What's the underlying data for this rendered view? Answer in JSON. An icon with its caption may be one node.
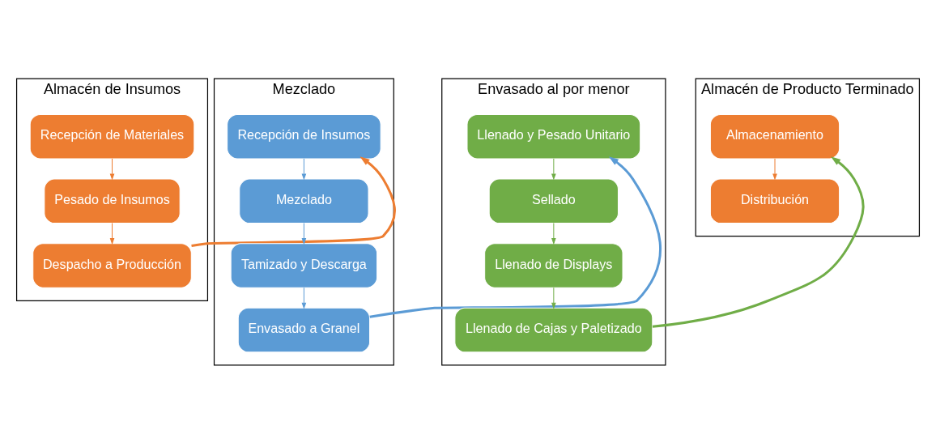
{
  "diagram": {
    "nodes": [
      {
        "text": [
          "Almacén de Insumos"
        ]
      },
      {
        "text": [
          "Recepción de Materiales"
        ],
        "in": 0
      },
      {
        "text": [
          "Pesado de Insumos"
        ],
        "in": 0
      },
      {
        "text": [
          "Despacho a Producción"
        ],
        "in": 0
      },
      {
        "text": [
          "Mezclado"
        ]
      },
      {
        "text": [
          "Recepción de Insumos"
        ],
        "in": 4
      },
      {
        "text": [
          "Mezclado"
        ],
        "in": 4
      },
      {
        "text": [
          "Tamizado y Descarga"
        ],
        "in": 4
      },
      {
        "text": [
          "Envasado a Granel"
        ],
        "in": 4
      },
      {
        "text": [
          "Envasado al por menor"
        ]
      },
      {
        "text": [
          "Llenado y Pesado Unitario"
        ],
        "in": 9
      },
      {
        "text": [
          "Sellado"
        ],
        "in": 9
      },
      {
        "text": [
          "Llenado de Displays"
        ],
        "in": 9
      },
      {
        "text": [
          "Llenado de Cajas y Paletizado"
        ],
        "in": 9
      },
      {
        "text": [
          "Almacén de Producto Terminado"
        ]
      },
      {
        "text": [
          "Almacenamiento"
        ],
        "in": 14
      },
      {
        "text": [
          "Distribución"
        ],
        "in": 14
      }
    ],
    "edges": [
      {
        "from": 1,
        "to": 2,
        "arrow": "to",
        "color": "#ed7d31"
      },
      {
        "from": 2,
        "to": 3,
        "arrow": "to",
        "color": "#ed7d31"
      },
      {
        "from": 3,
        "to": 5,
        "arrow": "to",
        "style": "thick",
        "color": "#ed7d31"
      },
      {
        "from": 5,
        "to": 6,
        "arrow": "to",
        "color": "#5b9bd5"
      },
      {
        "from": 6,
        "to": 7,
        "arrow": "to",
        "color": "#5b9bd5"
      },
      {
        "from": 7,
        "to": 8,
        "arrow": "to",
        "color": "#5b9bd5"
      },
      {
        "from": 8,
        "to": 10,
        "arrow": "to",
        "style": "thick",
        "color": "#5b9bd5"
      },
      {
        "from": 10,
        "to": 11,
        "arrow": "to",
        "color": "#70ad47"
      },
      {
        "from": 11,
        "to": 12,
        "arrow": "to",
        "color": "#70ad47"
      },
      {
        "from": 12,
        "to": 13,
        "arrow": "to",
        "color": "#70ad47"
      },
      {
        "from": 13,
        "to": 15,
        "arrow": "to",
        "style": "thick",
        "color": "#70ad47"
      },
      {
        "from": 15,
        "to": 16,
        "arrow": "to",
        "color": "#ed7d31"
      }
    ]
  }
}
